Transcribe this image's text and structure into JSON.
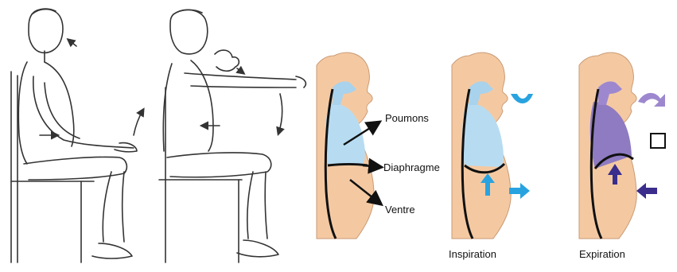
{
  "labels": {
    "poumons": "Poumons",
    "diaphragme": "Diaphragme",
    "ventre": "Ventre",
    "inspiration": "Inspiration",
    "expiration": "Expiration"
  },
  "icons": {
    "checkbox": "checkbox-icon",
    "airflow_in": "curved-arrow-icon",
    "airflow_out": "curved-arrow-icon",
    "belly_out": "right-arrow-icon",
    "belly_in": "left-arrow-icon"
  },
  "colors": {
    "skin": "#f4c9a2",
    "skin_outline": "#c99a74",
    "lungs_inspiration": "#b7dcf2",
    "lungs_expiration": "#8e7bc2",
    "airway_light": "#a9d2ec",
    "airway_purple": "#9d88cf",
    "arrow_blue": "#29a3e0",
    "arrow_purple": "#3a2d8c",
    "sketch": "#333333"
  }
}
